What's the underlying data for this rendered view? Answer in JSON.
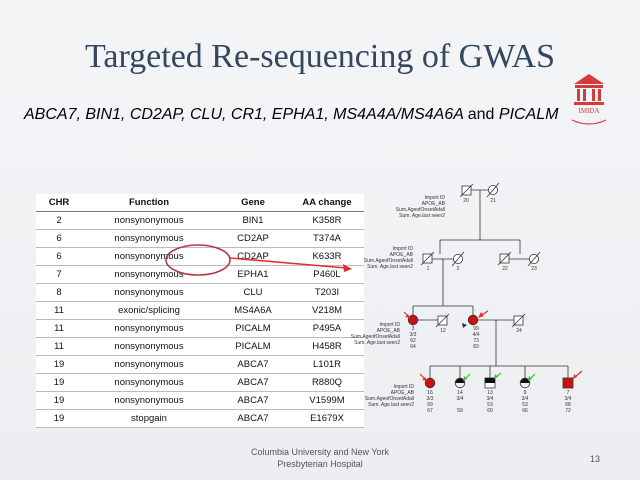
{
  "title": "Targeted Re-sequencing of GWAS",
  "genes_line": "ABCA7, BIN1, CD2AP, CLU, CR1, EPHA1, MS4A4A/MS4A6A",
  "genes_and": "and",
  "genes_last": "PICALM",
  "logo_text": "IMIDA",
  "table": {
    "headers": [
      "CHR",
      "Function",
      "Gene",
      "AA change"
    ],
    "rows": [
      [
        "2",
        "nonsynonymous",
        "BIN1",
        "K358R"
      ],
      [
        "6",
        "nonsynonymous",
        "CD2AP",
        "T374A"
      ],
      [
        "6",
        "nonsynonymous",
        "CD2AP",
        "K633R"
      ],
      [
        "7",
        "nonsynonymous",
        "EPHA1",
        "P460L"
      ],
      [
        "8",
        "nonsynonymous",
        "CLU",
        "T203I"
      ],
      [
        "11",
        "exonic/splicing",
        "MS4A6A",
        "V218M"
      ],
      [
        "11",
        "nonsynonymous",
        "PICALM",
        "P495A"
      ],
      [
        "11",
        "nonsynonymous",
        "PICALM",
        "H458R"
      ],
      [
        "19",
        "nonsynonymous",
        "ABCA7",
        "L101R"
      ],
      [
        "19",
        "nonsynonymous",
        "ABCA7",
        "R880Q"
      ],
      [
        "19",
        "nonsynonymous",
        "ABCA7",
        "V1599M"
      ],
      [
        "19",
        "stopgain",
        "ABCA7",
        "E1679X"
      ]
    ]
  },
  "pedigree": {
    "legend_lines": [
      "Import ID",
      "APOE_AB",
      "Sum.AgeofOnsetAdall",
      "Sum. Age.last seen2"
    ],
    "gen1": [
      "20",
      "21"
    ],
    "gen2": [
      "1",
      "2",
      "22",
      "23"
    ],
    "gen3": [
      {
        "id": "3",
        "apoe": "3/3",
        "onset": "62",
        "seen": "64"
      },
      {
        "id": "12",
        "apoe": "",
        "onset": "",
        "seen": ""
      },
      {
        "id": "99",
        "apoe": "4/4",
        "onset": "73",
        "seen": "83"
      },
      {
        "id": "24",
        "apoe": "",
        "onset": "",
        "seen": ""
      }
    ],
    "gen4": [
      {
        "id": "16",
        "apoe": "3/3",
        "onset": "69",
        "seen": "67"
      },
      {
        "id": "14",
        "apoe": "3/4",
        "onset": "",
        "seen": "59"
      },
      {
        "id": "13",
        "apoe": "3/4",
        "onset": "53",
        "seen": "60"
      },
      {
        "id": "9",
        "apoe": "3/4",
        "onset": "53",
        "seen": "66"
      },
      {
        "id": "7",
        "apoe": "3/4",
        "onset": "68",
        "seen": "72"
      }
    ]
  },
  "footer": {
    "line1": "Columbia University and New York",
    "line2": "Presbyterian Hospital"
  },
  "page_number": "13",
  "colors": {
    "title": "#33475e",
    "affected": "#cc1111",
    "arrow_red": "#e23030",
    "arrow_green": "#3bbf3b",
    "circle": "#b03a48"
  }
}
